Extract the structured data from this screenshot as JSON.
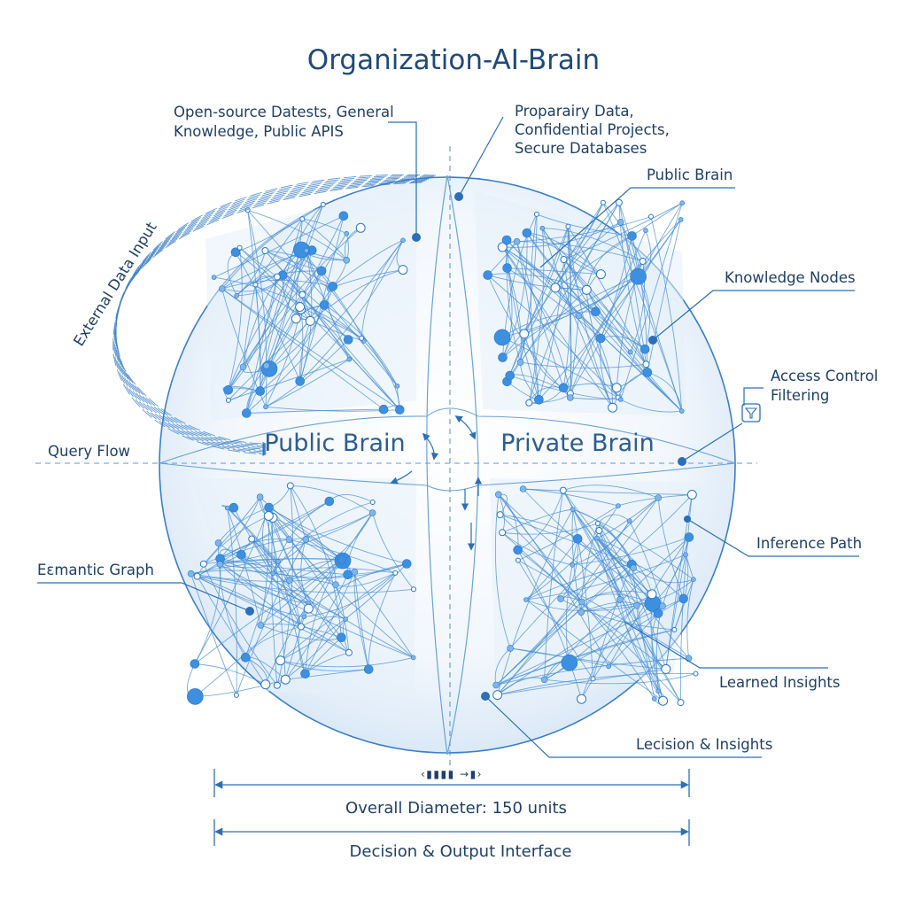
{
  "title": "Organization-AI-Brain",
  "callouts": {
    "public_sources": [
      "Open-source Datests, General",
      "Knowledge, Public APIS"
    ],
    "private_sources": [
      "Proparairy Data,",
      "Confidential Projects,",
      "Secure Databases"
    ],
    "public_brain_top": "Public Brain",
    "knowledge_nodes": "Knowledge Nodes",
    "access_control": [
      "Access Control",
      "Filtering"
    ],
    "external_input": "External Data Input",
    "query_flow": "Query Flow",
    "inference_path": "Inference Path",
    "semantic_graph": "Eεmantic Graph",
    "learned_insights": "Learned Insights",
    "decision_insights": "Lecision & Insights"
  },
  "hemispheres": {
    "left": "Public Brain",
    "right": "Private Brain"
  },
  "scale_glyphs": "‹▮▮▮▮ →▮›",
  "dimensions": {
    "diameter": "Overall Diameter: 150 units",
    "interface": "Decision & Output Interface"
  },
  "colors": {
    "ink": "#1f3f66",
    "accent": "#2a6fb8",
    "node": "#3d8fe0",
    "sphere_fill": "#eef5fc"
  },
  "icons": [
    "filter-icon"
  ]
}
